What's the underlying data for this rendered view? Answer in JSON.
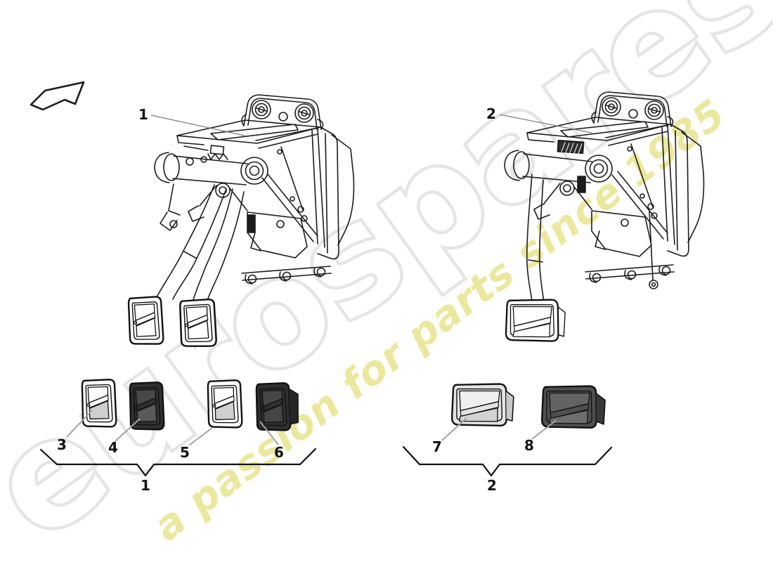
{
  "diagram": {
    "watermark": {
      "brand": "eurospares",
      "tagline": "a passion for parts since 1985",
      "brand_outline_color": "#e3e3e3",
      "tagline_color": "#e7e386"
    },
    "callouts": {
      "assembly1": "1",
      "assembly2": "2",
      "cap3": "3",
      "cap4": "4",
      "cap5": "5",
      "cap6": "6",
      "cap7": "7",
      "cap8": "8",
      "group1": "1",
      "group2": "2"
    },
    "groups": {
      "group1": {
        "label": "1",
        "includes": [
          "3",
          "4",
          "5",
          "6"
        ]
      },
      "group2": {
        "label": "2",
        "includes": [
          "7",
          "8"
        ]
      }
    },
    "colors": {
      "line": "#1c1c1c",
      "leader": "#a3a3a3",
      "cap_dark_body": "#2f2f2f",
      "cap_dark_window": "#474747",
      "cap_dark_panel": "#595959",
      "cap_light_panel": "#cfcfcf",
      "cap7_body": "#e3e3e3",
      "cap7_window": "#efefef",
      "cap7_panel": "#d2d2d2",
      "cap8_body": "#4f4f4f",
      "cap8_window": "#636363",
      "cap8_panel": "#6e6e6e"
    }
  }
}
